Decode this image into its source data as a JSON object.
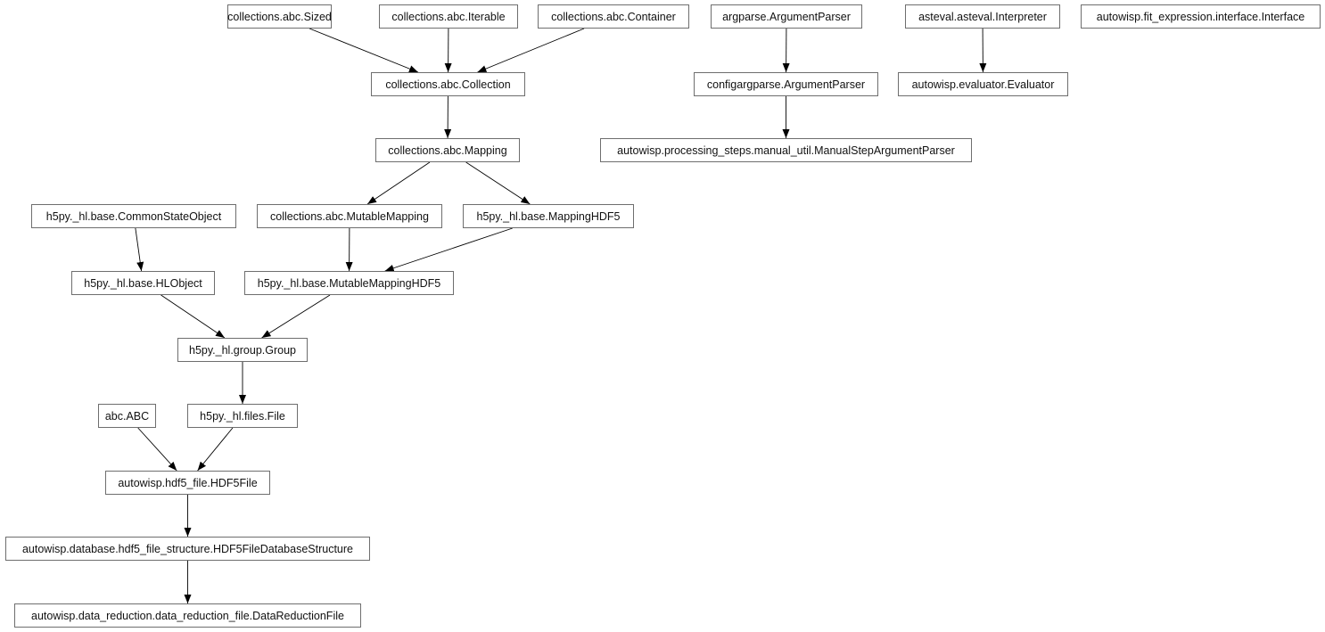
{
  "nodes": {
    "sized": "collections.abc.Sized",
    "iterable": "collections.abc.Iterable",
    "container": "collections.abc.Container",
    "argparse": "argparse.ArgumentParser",
    "asteval": "asteval.asteval.Interpreter",
    "fitinterface": "autowisp.fit_expression.interface.Interface",
    "collection": "collections.abc.Collection",
    "configargparse": "configargparse.ArgumentParser",
    "evaluator": "autowisp.evaluator.Evaluator",
    "mapping": "collections.abc.Mapping",
    "manualparser": "autowisp.processing_steps.manual_util.ManualStepArgumentParser",
    "commonstate": "h5py._hl.base.CommonStateObject",
    "mutablemapping": "collections.abc.MutableMapping",
    "mappinghdf5": "h5py._hl.base.MappingHDF5",
    "hlobject": "h5py._hl.base.HLObject",
    "mutablemappinghdf5": "h5py._hl.base.MutableMappingHDF5",
    "group": "h5py._hl.group.Group",
    "abc": "abc.ABC",
    "file": "h5py._hl.files.File",
    "hdf5file": "autowisp.hdf5_file.HDF5File",
    "dbstructure": "autowisp.database.hdf5_file_structure.HDF5FileDatabaseStructure",
    "drfile": "autowisp.data_reduction.data_reduction_file.DataReductionFile"
  },
  "edges": [
    [
      "sized",
      "collection"
    ],
    [
      "iterable",
      "collection"
    ],
    [
      "container",
      "collection"
    ],
    [
      "collection",
      "mapping"
    ],
    [
      "mapping",
      "mutablemapping"
    ],
    [
      "mapping",
      "mappinghdf5"
    ],
    [
      "commonstate",
      "hlobject"
    ],
    [
      "mutablemapping",
      "mutablemappinghdf5"
    ],
    [
      "mappinghdf5",
      "mutablemappinghdf5"
    ],
    [
      "hlobject",
      "group"
    ],
    [
      "mutablemappinghdf5",
      "group"
    ],
    [
      "group",
      "file"
    ],
    [
      "abc",
      "hdf5file"
    ],
    [
      "file",
      "hdf5file"
    ],
    [
      "hdf5file",
      "dbstructure"
    ],
    [
      "dbstructure",
      "drfile"
    ],
    [
      "argparse",
      "configargparse"
    ],
    [
      "configargparse",
      "manualparser"
    ],
    [
      "asteval",
      "evaluator"
    ]
  ]
}
